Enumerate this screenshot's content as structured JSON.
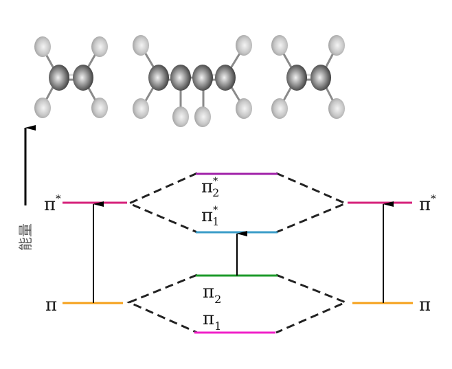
{
  "diagram": {
    "title": "",
    "energy_axis_label": "能量",
    "molecules": [
      {
        "name": "ethylene-left",
        "atoms": "C2H4"
      },
      {
        "name": "butadiene",
        "atoms": "C4H6"
      },
      {
        "name": "ethylene-right",
        "atoms": "C2H4"
      }
    ],
    "levels": {
      "left_pi_star": {
        "label": "π",
        "sup": "*",
        "color": "#d6207a"
      },
      "left_pi": {
        "label": "π",
        "sup": "",
        "color": "#f5a01a"
      },
      "center_pi2_star": {
        "label": "π",
        "sub": "2",
        "sup": "*",
        "color": "#a020a8"
      },
      "center_pi1_star": {
        "label": "π",
        "sub": "1",
        "sup": "*",
        "color": "#3a9cc8"
      },
      "center_pi2": {
        "label": "π",
        "sub": "2",
        "sup": "",
        "color": "#1c9a2a"
      },
      "center_pi1": {
        "label": "π",
        "sub": "1",
        "sup": "",
        "color": "#f020c8"
      },
      "right_pi_star": {
        "label": "π",
        "sup": "*",
        "color": "#d6207a"
      },
      "right_pi": {
        "label": "π",
        "sup": "",
        "color": "#f5a01a"
      }
    },
    "transitions": [
      {
        "from": "left_pi",
        "to": "left_pi_star"
      },
      {
        "from": "center_pi2",
        "to": "center_pi1_star"
      },
      {
        "from": "right_pi",
        "to": "right_pi_star"
      }
    ]
  }
}
